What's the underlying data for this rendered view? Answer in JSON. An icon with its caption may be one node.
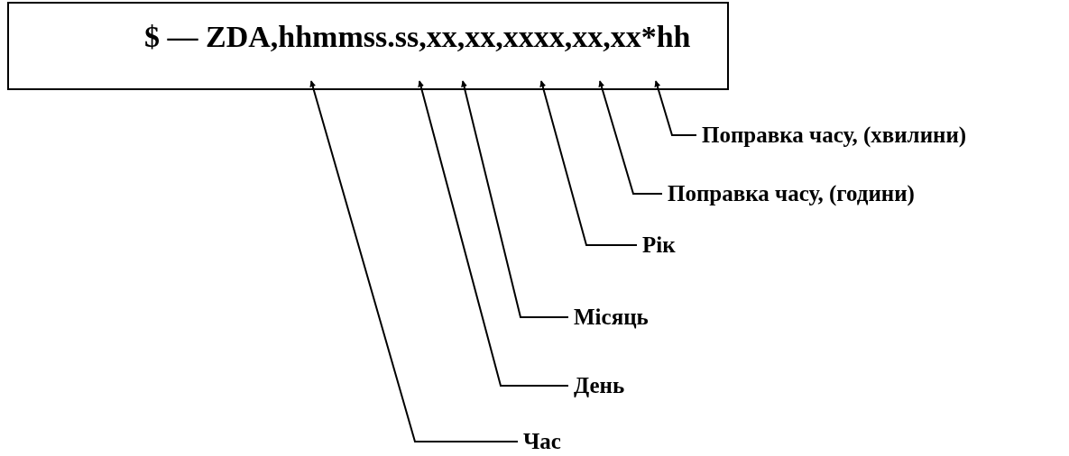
{
  "diagram": {
    "nodes": [
      {
        "text": [
          "$ — ZDA,hhmmss.ss,xx,xx,xxxx,xx,xx*hh"
        ]
      },
      {
        "text": [
          "Поправка часу, (хвилини)"
        ]
      },
      {
        "text": [
          "Поправка часу, (години)"
        ]
      },
      {
        "text": [
          "Рік"
        ]
      },
      {
        "text": [
          "Місяць"
        ]
      },
      {
        "text": [
          "День"
        ]
      },
      {
        "text": [
          "Час"
        ]
      }
    ],
    "edges": [
      {
        "from": 1,
        "to": 0,
        "arrow": "to"
      },
      {
        "from": 2,
        "to": 0,
        "arrow": "to"
      },
      {
        "from": 3,
        "to": 0,
        "arrow": "to"
      },
      {
        "from": 4,
        "to": 0,
        "arrow": "to"
      },
      {
        "from": 5,
        "to": 0,
        "arrow": "to"
      },
      {
        "from": 6,
        "to": 0,
        "arrow": "to"
      }
    ]
  }
}
